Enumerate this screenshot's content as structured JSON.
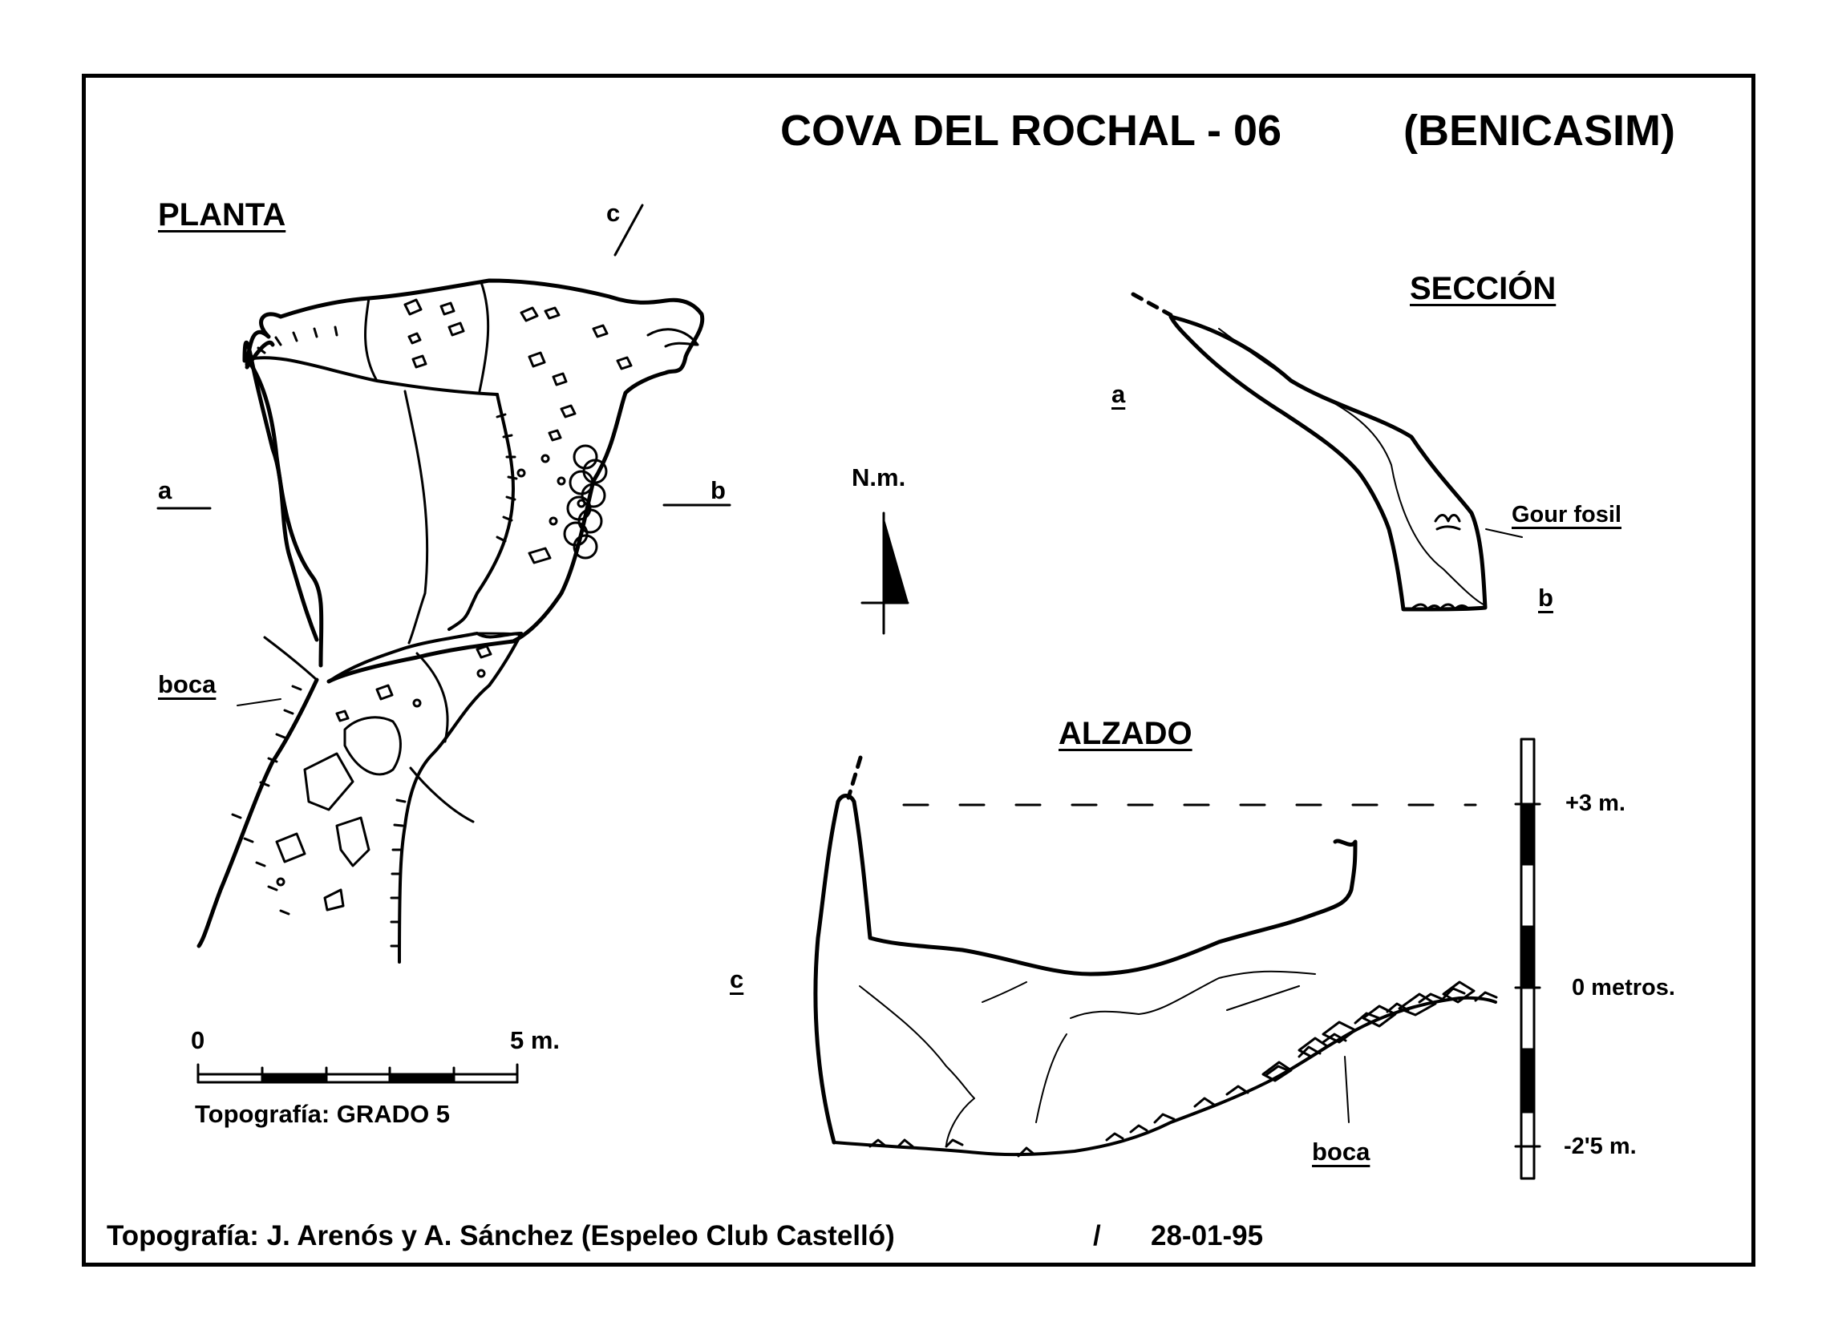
{
  "title": {
    "name": "COVA  DEL  ROCHAL - 06",
    "municipality": "(BENICASIM)"
  },
  "plan": {
    "heading": "PLANTA",
    "labels": {
      "section_a": "a",
      "section_b": "b",
      "section_c": "c",
      "entrance": "boca"
    },
    "scale": {
      "start": "0",
      "end": "5 m.",
      "grade": "Topografía:  GRADO 5"
    }
  },
  "north": {
    "label": "N.m."
  },
  "section": {
    "heading": "SECCIÓN",
    "labels": {
      "a": "a",
      "b": "b",
      "feature": "Gour fosil"
    }
  },
  "elevation": {
    "heading": "ALZADO",
    "labels": {
      "c": "c",
      "entrance": "boca"
    },
    "scale": {
      "top": "+3 m.",
      "zero": "0  metros.",
      "bottom": "-2'5 m."
    }
  },
  "credits": {
    "authors": "Topografía:  J. Arenós y A. Sánchez  (Espeleo Club Castelló)",
    "separator": "/",
    "date": "28-01-95"
  }
}
